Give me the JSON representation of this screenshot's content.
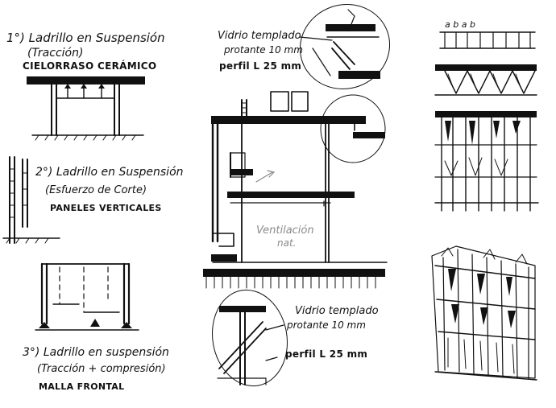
{
  "colors": {
    "ink": "#111111",
    "pencil": "#888888",
    "paper": "#ffffff"
  },
  "notes": {
    "n1_line1": "1°) Ladrillo en Suspensión",
    "n1_line2": "(Tracción)",
    "n1_line3": "CIELORRASO CERÁMICO",
    "n2_line1": "2°) Ladrillo en Suspensión",
    "n2_line2": "(Esfuerzo de Corte)",
    "n2_line3": "PANELES VERTICALES",
    "n3_line1": "3°) Ladrillo en suspensión",
    "n3_line2": "(Tracción + compresión)",
    "n3_line3": "MALLA FRONTAL",
    "glass_top_1": "Vidrio templado",
    "glass_top_2": "protante 10 mm",
    "profile_top": "perfil L 25 mm",
    "ventilation_1": "Ventilación",
    "ventilation_2": "nat.",
    "glass_bottom_1": "Vidrio templado",
    "glass_bottom_2": "protante 10 mm",
    "profile_bottom": "perfil L 25 mm",
    "elev_marks": "a b a b"
  }
}
